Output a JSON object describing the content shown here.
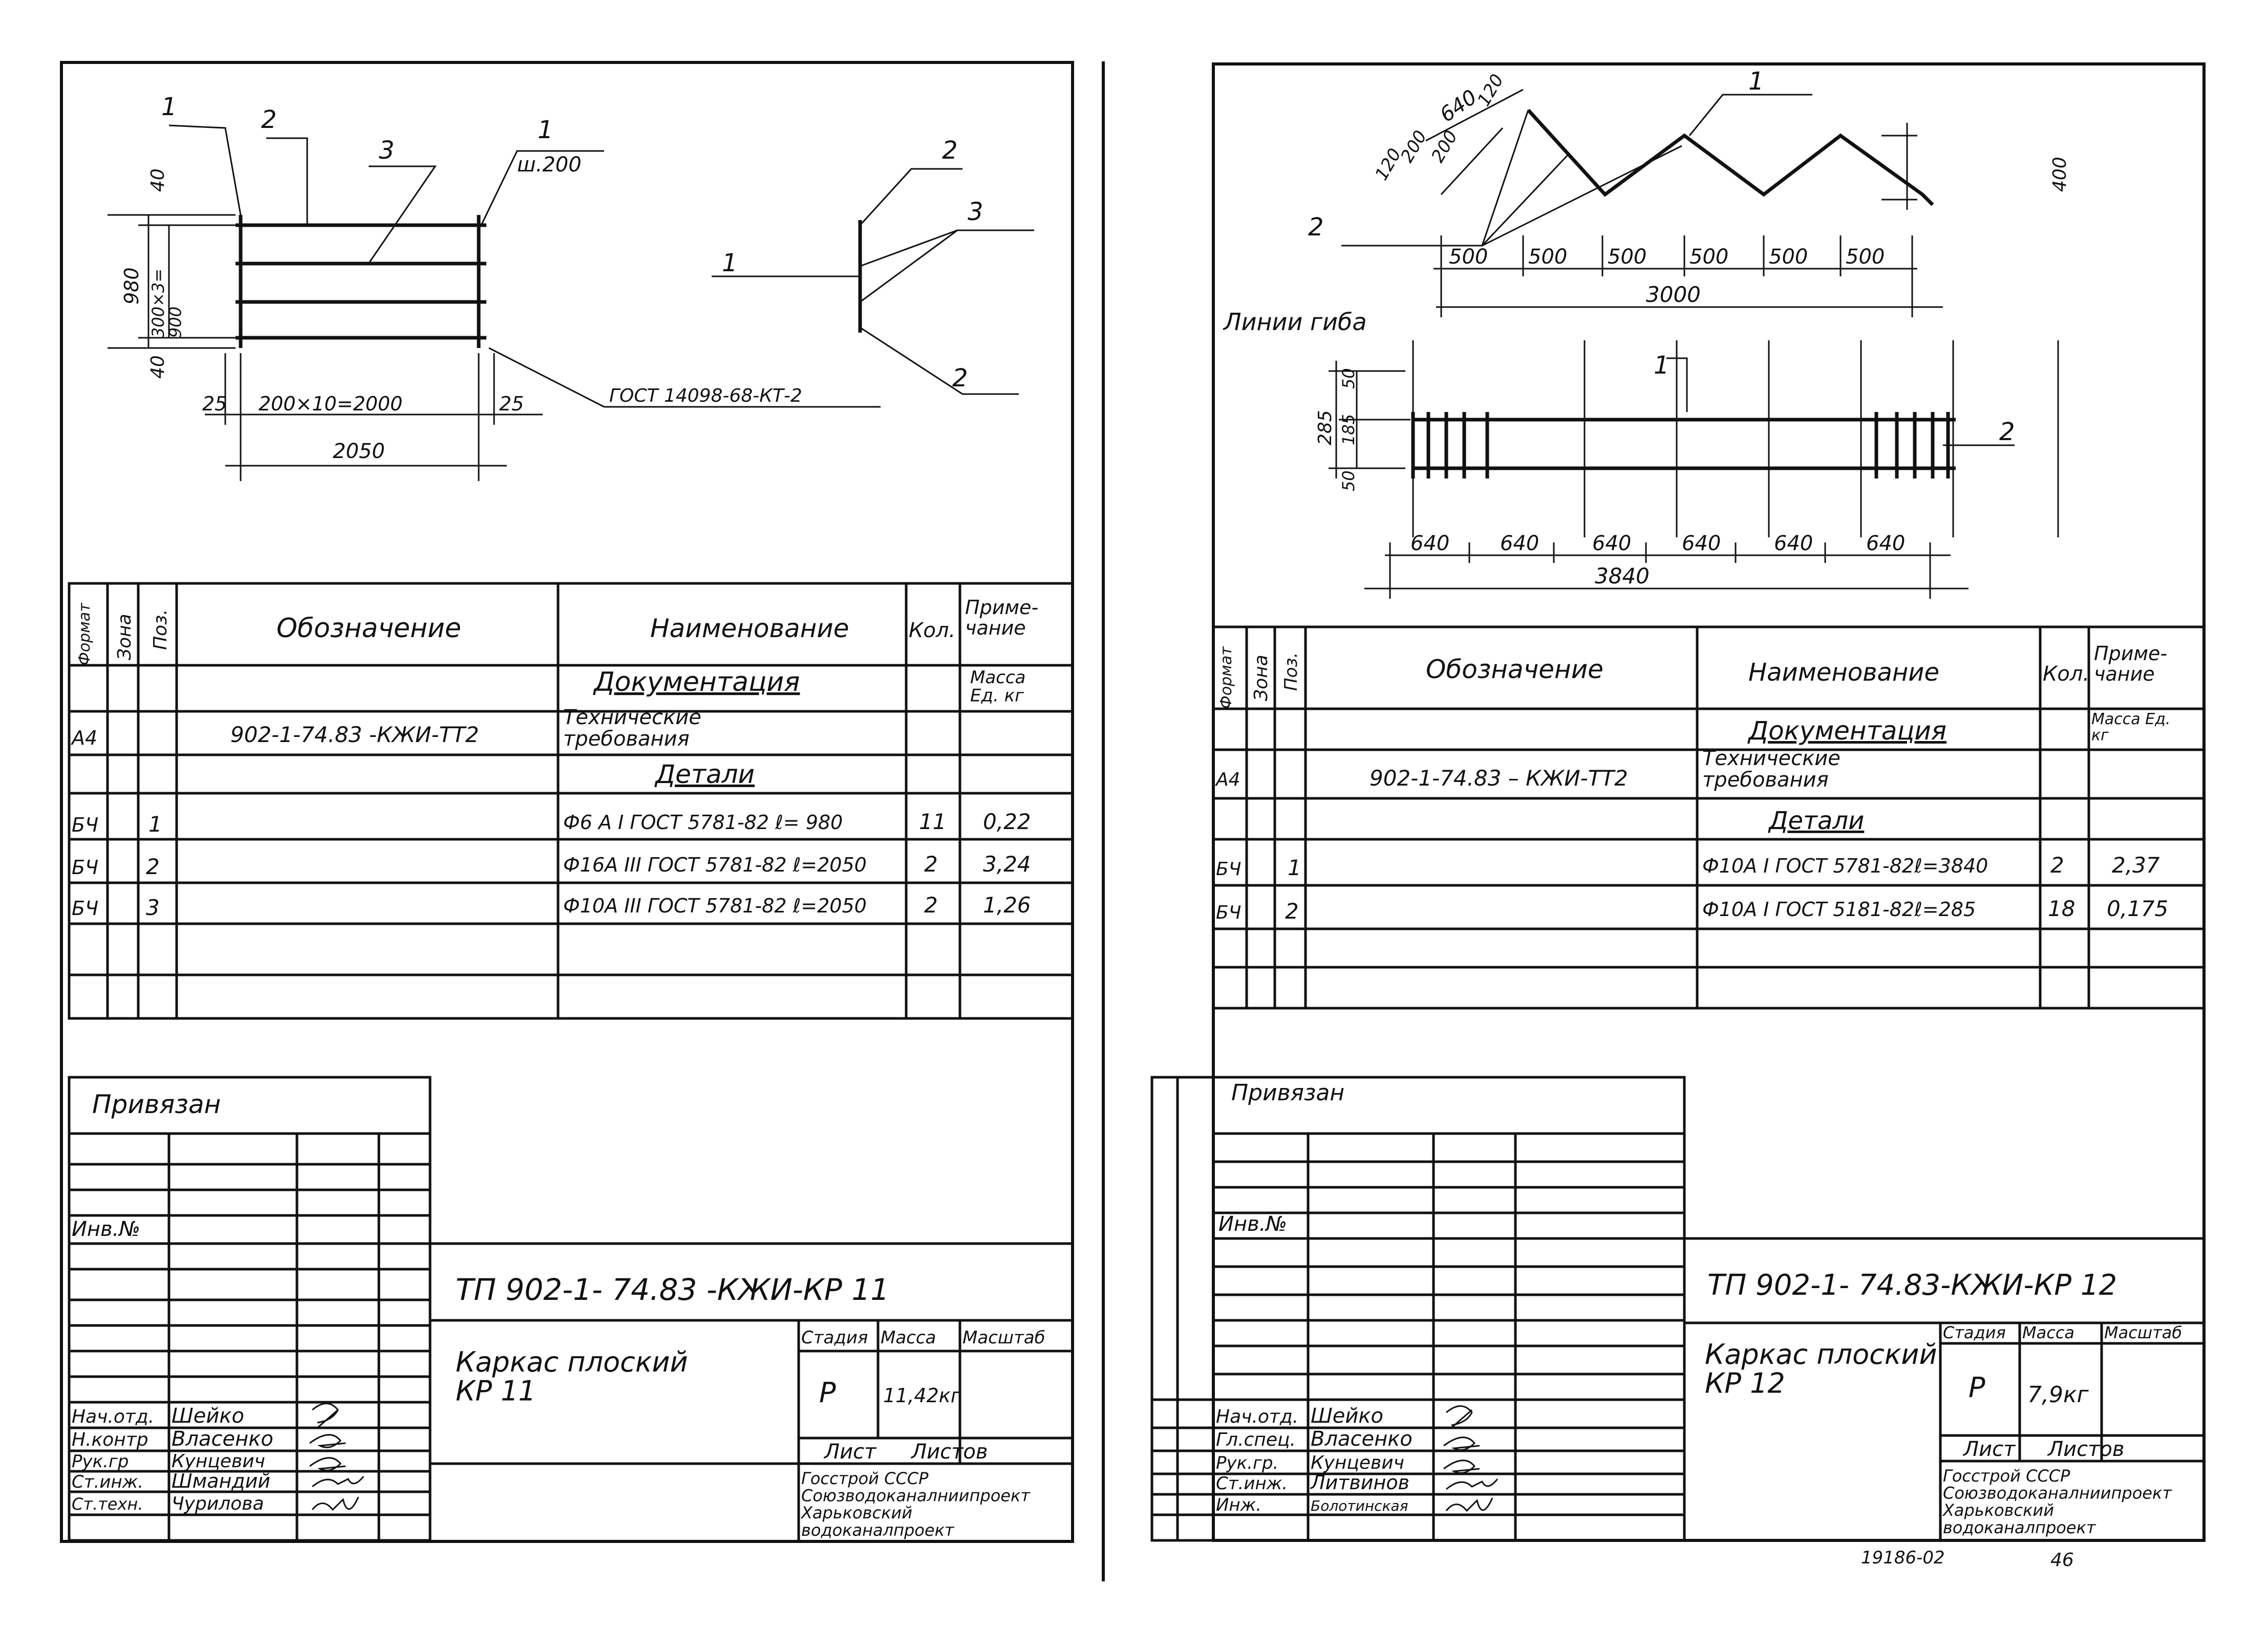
{
  "left": {
    "drawing": {
      "callouts": [
        "1",
        "2",
        "3",
        "1"
      ],
      "pitch_label": "ш.200",
      "dim_left_outer": "980",
      "dim_left_inner": "300×3=\n900",
      "dim_top": "40",
      "dim_bottom": "40",
      "dim_edge_left": "25",
      "dim_mid": "200×10=2000",
      "dim_edge_right": "25",
      "dim_total": "2050",
      "weld_ref": "ГОСТ 14098-68-КТ-2",
      "section_labels": [
        "2",
        "3",
        "1",
        "2"
      ]
    },
    "table": {
      "headers": {
        "format": "Формат",
        "zone": "Зона",
        "pos": "Поз.",
        "designation": "Обозначение",
        "name": "Наименование",
        "qty": "Кол.",
        "note": "Приме-\nчание"
      },
      "rows": [
        {
          "name": "Документация",
          "note": "Масса\nЕд. кг"
        },
        {
          "format": "А4",
          "designation": "902-1-74.83   -КЖИ-ТТ2",
          "name": "Технические\nтребования"
        },
        {
          "name": "Детали"
        },
        {
          "format": "БЧ",
          "pos": "1",
          "name": "Ф6 А I ГОСТ 5781-82 ℓ= 980",
          "qty": "11",
          "note": "0,22"
        },
        {
          "format": "БЧ",
          "pos": "2",
          "name": "Ф16А III ГОСТ 5781-82 ℓ=2050",
          "qty": "2",
          "note": "3,24"
        },
        {
          "format": "БЧ",
          "pos": "3",
          "name": "Ф10А III ГОСТ 5781-82 ℓ=2050",
          "qty": "2",
          "note": "1,26"
        }
      ]
    },
    "stamp": {
      "bound_label": "Привязан",
      "inv_label": "Инв.№",
      "doc_code": "ТП 902-1-  74.83    -КЖИ-КР 11",
      "title": "Каркас плоский\nКР 11",
      "stage_label": "Стадия",
      "mass_label": "Масса",
      "scale_label": "Масштаб",
      "stage": "Р",
      "mass": "11,42кг",
      "sheet_label": "Лист",
      "sheets_label": "Листов",
      "org": "Госстрой СССР\nСоюзводоканалниипроект\nХарьковский\nводоканалпроект",
      "signers": [
        {
          "role": "Нач.отд.",
          "name": "Шейко"
        },
        {
          "role": "Н.контр",
          "name": "Власенко"
        },
        {
          "role": "Рук.гр",
          "name": "Кунцевич"
        },
        {
          "role": "Ст.инж.",
          "name": "Шмандий"
        },
        {
          "role": "Ст.техн.",
          "name": "Чурилова"
        }
      ]
    }
  },
  "right": {
    "drawing": {
      "callout_top": "1",
      "callout_left": "2",
      "dim_slant": [
        "640",
        "120",
        "120",
        "200",
        "200"
      ],
      "dim_height": "400",
      "dim_segments": [
        "500",
        "500",
        "500",
        "500",
        "500",
        "500"
      ],
      "dim_total_top": "3000",
      "bend_lines": "Линии гиба",
      "callout_plan": "1",
      "callout_plan_right": "2",
      "dim_side_outer": "285",
      "dim_side_top": "50",
      "dim_side_mid": "185",
      "dim_side_bottom": "50",
      "dim_plan_segments": [
        "640",
        "640",
        "640",
        "640",
        "640",
        "640"
      ],
      "dim_plan_total": "3840"
    },
    "table": {
      "headers": {
        "format": "Формат",
        "zone": "Зона",
        "pos": "Поз.",
        "designation": "Обозначение",
        "name": "Наименование",
        "qty": "Кол.",
        "note": "Приме-\nчание"
      },
      "rows": [
        {
          "name": "Документация",
          "note": "Масса Ед.\nкг"
        },
        {
          "format": "А4",
          "designation": "902-1-74.83 –  КЖИ-ТТ2",
          "name": "Технические\nтребования"
        },
        {
          "name": "Детали"
        },
        {
          "format": "БЧ",
          "pos": "1",
          "name": "Ф10А I ГОСТ 5781-82ℓ=3840",
          "qty": "2",
          "note": "2,37"
        },
        {
          "format": "БЧ",
          "pos": "2",
          "name": "Ф10А I ГОСТ 5181-82ℓ=285",
          "qty": "18",
          "note": "0,175"
        }
      ]
    },
    "stamp": {
      "bound_label": "Привязан",
      "inv_label": "Инв.№",
      "doc_code": "ТП 902-1- 74.83-КЖИ-КР 12",
      "title": "Каркас плоский\nКР 12",
      "stage_label": "Стадия",
      "mass_label": "Масса",
      "scale_label": "Масштаб",
      "stage": "Р",
      "mass": "7,9кг",
      "sheet_label": "Лист",
      "sheets_label": "Листов",
      "org": "Госстрой СССР\nСоюзводоканалниипроект\nХарьковский\nводоканалпроект",
      "signers": [
        {
          "role": "Нач.отд.",
          "name": "Шейко"
        },
        {
          "role": "Гл.спец.",
          "name": "Власенко"
        },
        {
          "role": "Рук.гр.",
          "name": "Кунцевич"
        },
        {
          "role": "Ст.инж.",
          "name": "Литвинов"
        },
        {
          "role": "Инж.",
          "name": "Болотинская"
        }
      ],
      "archive_no": "19186-02",
      "page_no": "46"
    }
  }
}
